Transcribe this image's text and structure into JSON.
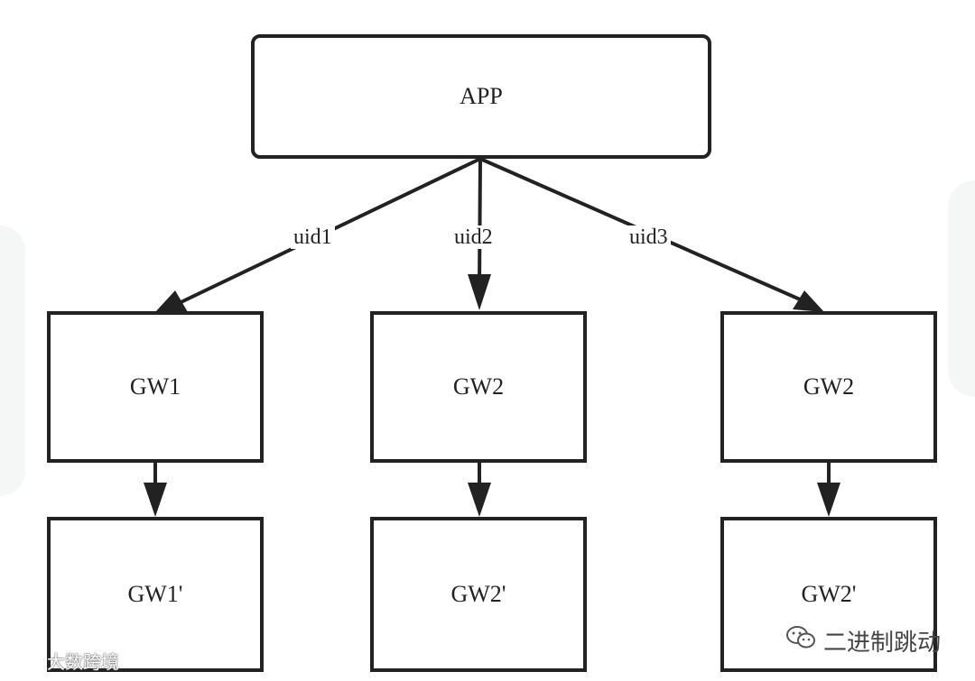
{
  "nodes": {
    "app": "APP",
    "gw_col1": "GW1",
    "gw_col2": "GW2",
    "gw_col3": "GW2",
    "gw_prime_col1": "GW1'",
    "gw_prime_col2": "GW2'",
    "gw_prime_col3": "GW2'"
  },
  "edges": {
    "uid1": "uid1",
    "uid2": "uid2",
    "uid3": "uid3"
  },
  "watermarks": {
    "left_text": "大数跨境",
    "right_text": "二进制跳动",
    "right_icon": "wechat-icon",
    "left_icon": "logo-icon"
  },
  "colors": {
    "stroke": "#222222",
    "background": "#ffffff"
  }
}
